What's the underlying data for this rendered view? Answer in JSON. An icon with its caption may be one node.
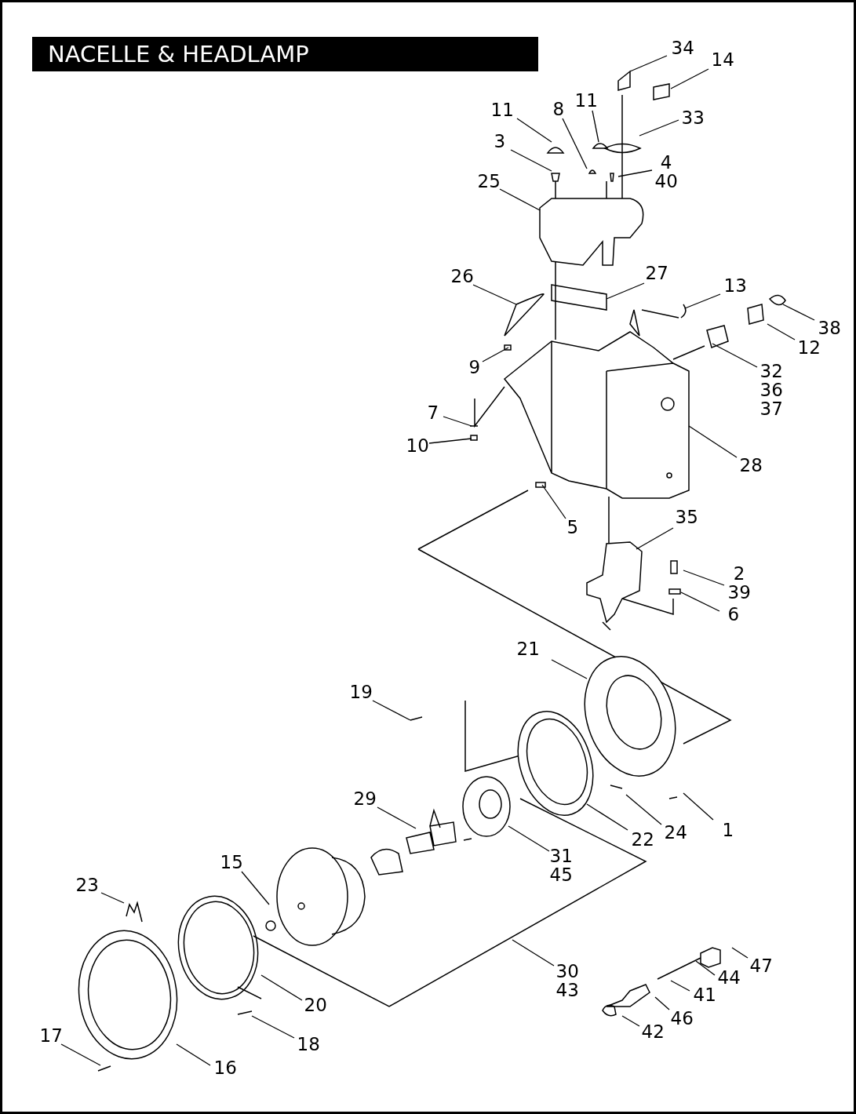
{
  "diagram": {
    "title": "NACELLE & HEADLAMP",
    "nodes": [
      {
        "text": [
          "34"
        ]
      },
      {
        "text": [
          "14"
        ]
      },
      {
        "text": [
          "11"
        ]
      },
      {
        "text": [
          "8"
        ]
      },
      {
        "text": [
          "11"
        ]
      },
      {
        "text": [
          "33"
        ]
      },
      {
        "text": [
          "3"
        ]
      },
      {
        "text": [
          "4",
          "40"
        ]
      },
      {
        "text": [
          "25"
        ]
      },
      {
        "text": [
          "26"
        ]
      },
      {
        "text": [
          "27"
        ]
      },
      {
        "text": [
          "13"
        ]
      },
      {
        "text": [
          "38"
        ]
      },
      {
        "text": [
          "12"
        ]
      },
      {
        "text": [
          "9"
        ]
      },
      {
        "text": [
          "32",
          "36",
          "37"
        ]
      },
      {
        "text": [
          "7"
        ]
      },
      {
        "text": [
          "10"
        ]
      },
      {
        "text": [
          "28"
        ]
      },
      {
        "text": [
          "5"
        ]
      },
      {
        "text": [
          "35"
        ]
      },
      {
        "text": [
          "2",
          "39"
        ]
      },
      {
        "text": [
          "6"
        ]
      },
      {
        "text": [
          "21"
        ]
      },
      {
        "text": [
          "19"
        ]
      },
      {
        "text": [
          "29"
        ]
      },
      {
        "text": [
          "22"
        ]
      },
      {
        "text": [
          "24"
        ]
      },
      {
        "text": [
          "1"
        ]
      },
      {
        "text": [
          "31",
          "45"
        ]
      },
      {
        "text": [
          "15"
        ]
      },
      {
        "text": [
          "23"
        ]
      },
      {
        "text": [
          "30",
          "43"
        ]
      },
      {
        "text": [
          "47"
        ]
      },
      {
        "text": [
          "44"
        ]
      },
      {
        "text": [
          "20"
        ]
      },
      {
        "text": [
          "41"
        ]
      },
      {
        "text": [
          "46"
        ]
      },
      {
        "text": [
          "18"
        ]
      },
      {
        "text": [
          "42"
        ]
      },
      {
        "text": [
          "17"
        ]
      },
      {
        "text": [
          "16"
        ]
      }
    ],
    "edges": [
      {
        "from": 0,
        "to": null,
        "arrow": "none"
      },
      {
        "from": 1,
        "to": null,
        "arrow": "none"
      },
      {
        "from": 2,
        "to": null,
        "arrow": "none"
      },
      {
        "from": 3,
        "to": null,
        "arrow": "none"
      },
      {
        "from": 4,
        "to": null,
        "arrow": "none"
      },
      {
        "from": 5,
        "to": null,
        "arrow": "none"
      },
      {
        "from": 6,
        "to": null,
        "arrow": "none"
      },
      {
        "from": 7,
        "to": null,
        "arrow": "none"
      },
      {
        "from": 8,
        "to": null,
        "arrow": "none"
      },
      {
        "from": 9,
        "to": null,
        "arrow": "none"
      },
      {
        "from": 10,
        "to": null,
        "arrow": "none"
      },
      {
        "from": 11,
        "to": null,
        "arrow": "none"
      },
      {
        "from": 12,
        "to": null,
        "arrow": "none"
      },
      {
        "from": 13,
        "to": null,
        "arrow": "none"
      },
      {
        "from": 14,
        "to": null,
        "arrow": "none"
      },
      {
        "from": 15,
        "to": null,
        "arrow": "none"
      },
      {
        "from": 16,
        "to": null,
        "arrow": "none"
      },
      {
        "from": 17,
        "to": null,
        "arrow": "none"
      },
      {
        "from": 18,
        "to": null,
        "arrow": "none"
      },
      {
        "from": 19,
        "to": null,
        "arrow": "none"
      },
      {
        "from": 20,
        "to": null,
        "arrow": "none"
      },
      {
        "from": 21,
        "to": null,
        "arrow": "none"
      },
      {
        "from": 22,
        "to": null,
        "arrow": "none"
      },
      {
        "from": 23,
        "to": null,
        "arrow": "none"
      },
      {
        "from": 24,
        "to": null,
        "arrow": "none"
      },
      {
        "from": 25,
        "to": null,
        "arrow": "none"
      },
      {
        "from": 26,
        "to": null,
        "arrow": "none"
      },
      {
        "from": 27,
        "to": null,
        "arrow": "none"
      },
      {
        "from": 28,
        "to": null,
        "arrow": "none"
      },
      {
        "from": 29,
        "to": null,
        "arrow": "none"
      },
      {
        "from": 30,
        "to": null,
        "arrow": "none"
      },
      {
        "from": 31,
        "to": null,
        "arrow": "none"
      },
      {
        "from": 32,
        "to": null,
        "arrow": "none"
      },
      {
        "from": 33,
        "to": null,
        "arrow": "none"
      },
      {
        "from": 34,
        "to": null,
        "arrow": "none"
      },
      {
        "from": 35,
        "to": null,
        "arrow": "none"
      },
      {
        "from": 36,
        "to": null,
        "arrow": "none"
      },
      {
        "from": 37,
        "to": null,
        "arrow": "none"
      },
      {
        "from": 38,
        "to": null,
        "arrow": "none"
      },
      {
        "from": 39,
        "to": null,
        "arrow": "none"
      },
      {
        "from": 40,
        "to": null,
        "arrow": "none"
      },
      {
        "from": 41,
        "to": null,
        "arrow": "none"
      }
    ]
  }
}
